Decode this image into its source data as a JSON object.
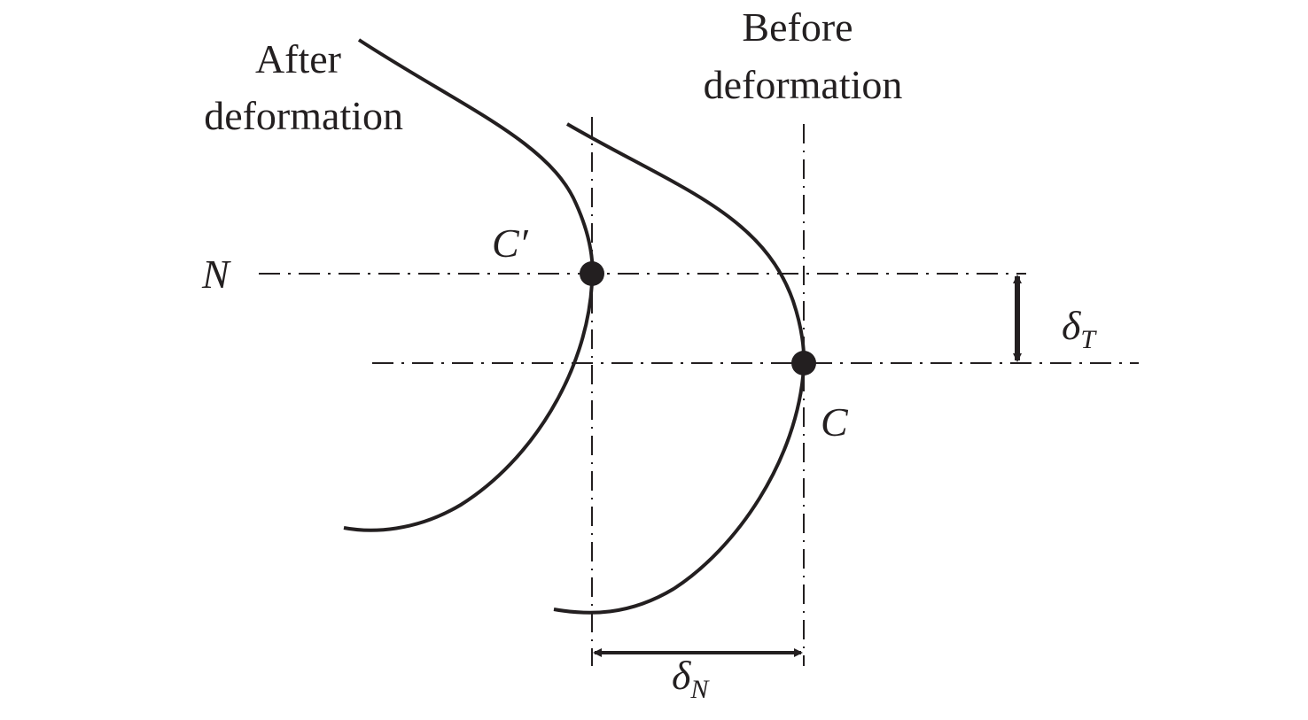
{
  "labels": {
    "after_line1": "After",
    "after_line2": "deformation",
    "before_line1": "Before",
    "before_line2": "deformation",
    "c_prime": "C′",
    "n": "N",
    "c": "C",
    "delta_t": "δ",
    "delta_t_sub": "T",
    "delta_n": "δ",
    "delta_n_sub": "N"
  },
  "colors": {
    "ink": "#231f20",
    "background": "#ffffff"
  }
}
